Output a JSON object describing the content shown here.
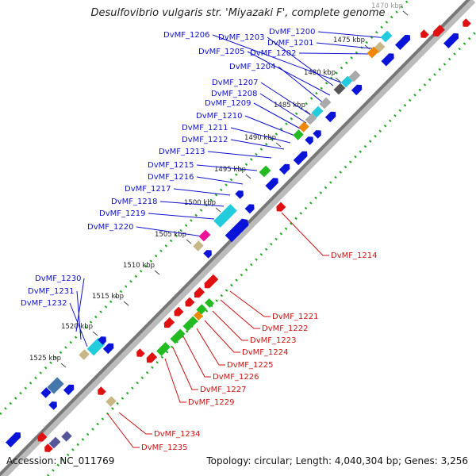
{
  "header": {
    "title": "Desulfovibrio vulgaris str. 'Miyazaki F', complete genome"
  },
  "footer": {
    "accession": "Accession: NC_011769",
    "summary": "Topology: circular; Length: 4,040,304 bp; Genes: 3,256"
  },
  "ticks": [
    "1470 kbp",
    "1475 kbp",
    "1480 kbp",
    "1485 kbp",
    "1490 kbp",
    "1495 kbp",
    "1500 kbp",
    "1505 kbp",
    "1510 kbp",
    "1515 kbp",
    "1520 kbp",
    "1525 kbp"
  ],
  "gene_labels_blue": [
    "DvMF_1206",
    "DvMF_1203",
    "DvMF_1200",
    "DvMF_1201",
    "DvMF_1205",
    "DvMF_1202",
    "DvMF_1204",
    "DvMF_1207",
    "DvMF_1208",
    "DvMF_1209",
    "DvMF_1210",
    "DvMF_1211",
    "DvMF_1212",
    "DvMF_1213",
    "DvMF_1215",
    "DvMF_1216",
    "DvMF_1217",
    "DvMF_1218",
    "DvMF_1219",
    "DvMF_1220",
    "DvMF_1230",
    "DvMF_1231",
    "DvMF_1232"
  ],
  "gene_labels_red": [
    "DvMF_1214",
    "DvMF_1221",
    "DvMF_1222",
    "DvMF_1223",
    "DvMF_1224",
    "DvMF_1225",
    "DvMF_1226",
    "DvMF_1227",
    "DvMF_1229",
    "DvMF_1234",
    "DvMF_1235"
  ],
  "colors": {
    "forward_label": "#1010cc",
    "reverse_label": "#cc1111",
    "cds_blue": "#0a14d8",
    "cds_red": "#e01010",
    "rna_green": "#22bb22",
    "cyan": "#22ccdd",
    "orange": "#ee8800",
    "magenta": "#ee1199",
    "tan": "#c8b888",
    "gray": "#aaaaaa",
    "backbone": "#999999",
    "dots": "#229922"
  }
}
